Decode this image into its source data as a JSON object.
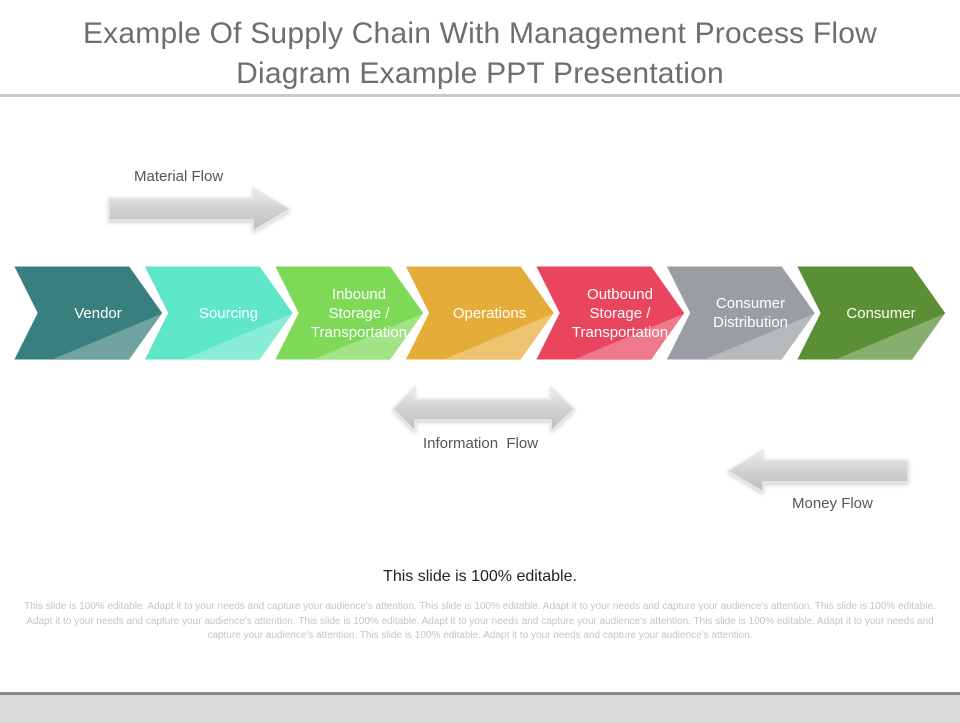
{
  "title": {
    "line1": "Example Of Supply Chain With Management Process Flow",
    "line2": "Diagram Example PPT Presentation"
  },
  "stages": [
    {
      "label_lines": [
        "Vendor"
      ],
      "color": "#3a7f7f"
    },
    {
      "label_lines": [
        "Sourcing"
      ],
      "color": "#5ee6c8"
    },
    {
      "label_lines": [
        "Inbound",
        "Storage /",
        "Transportation"
      ],
      "color": "#7ed957"
    },
    {
      "label_lines": [
        "Operations"
      ],
      "color": "#e6ac38"
    },
    {
      "label_lines": [
        "Outbound",
        "Storage /",
        "Transportation"
      ],
      "color": "#e9455f"
    },
    {
      "label_lines": [
        "Consumer",
        "Distribution"
      ],
      "color": "#9a9ea3"
    },
    {
      "label_lines": [
        "Consumer"
      ],
      "color": "#5b8f35"
    }
  ],
  "flows": {
    "material": "Material Flow",
    "information": "Information  Flow",
    "money": "Money Flow"
  },
  "footer": {
    "editable": "This slide is 100% editable.",
    "body": "This slide is 100% editable. Adapt it to your needs and capture your audience's attention. This slide is 100% editable. Adapt it to your needs and capture your audience's attention. This slide is 100% editable. Adapt it to your needs and capture your audience's attention. This slide is 100% editable. Adapt it to your needs and capture your audience's attention. This slide is 100% editable. Adapt it to your needs and capture your audience's attention. This slide is 100% editable. Adapt it to your needs and capture your audience's attention."
  }
}
